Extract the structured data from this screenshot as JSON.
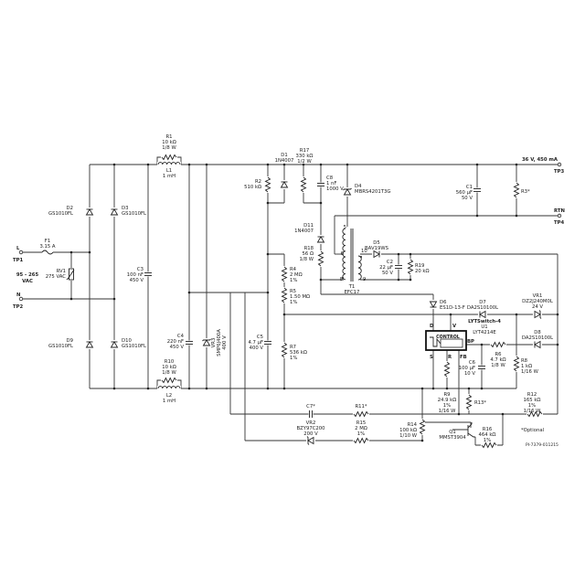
{
  "io": {
    "l": "L",
    "tp1": "TP1",
    "n": "N",
    "tp2": "TP2",
    "vin1": "95 - 265",
    "vin2": "VAC",
    "vout": "36 V, 450 mA",
    "tp3": "TP3",
    "rtn": "RTN",
    "tp4": "TP4"
  },
  "components": {
    "R1": [
      "R1",
      "10 kΩ",
      "1/8 W"
    ],
    "L1": [
      "L1",
      "1 mH"
    ],
    "D2": [
      "D2",
      "GS1010FL"
    ],
    "D3": [
      "D3",
      "GS1010FL"
    ],
    "F1": [
      "F1",
      "3.15 A"
    ],
    "RV1": [
      "RV1",
      "275 VAC"
    ],
    "C3": [
      "C3",
      "100 nF",
      "450 V"
    ],
    "D9": [
      "D9",
      "GS1010FL"
    ],
    "D10": [
      "D10",
      "GS1010FL"
    ],
    "R10": [
      "R10",
      "10 kΩ",
      "1/8 W"
    ],
    "L2": [
      "L2",
      "1 mH"
    ],
    "C4": [
      "C4",
      "220 nF",
      "450 V"
    ],
    "VR3": [
      "VR3",
      "SMP6J400A",
      "400 V"
    ],
    "C5": [
      "C5",
      "4.7 µF",
      "400 V"
    ],
    "R2": [
      "R2",
      "510 kΩ"
    ],
    "D1": [
      "D1",
      "1N4007"
    ],
    "R17": [
      "R17",
      "330 kΩ",
      "1/2 W"
    ],
    "C8": [
      "C8",
      "1 nF",
      "1000 V"
    ],
    "D4": [
      "D4",
      "MBRS4201T3G"
    ],
    "D11": [
      "D11",
      "1N4007"
    ],
    "R18": [
      "R18",
      "56 Ω",
      "1/8 W"
    ],
    "T1": [
      "T1",
      "EFC17"
    ],
    "D5": [
      "D5",
      "BAV19WS"
    ],
    "C2": [
      "C2",
      "22 µF",
      "50 V"
    ],
    "R19": [
      "R19",
      "20 kΩ"
    ],
    "C1": [
      "C1",
      "560 µF",
      "50 V"
    ],
    "R3": [
      "R3*"
    ],
    "R4": [
      "R4",
      "2 MΩ",
      "1%"
    ],
    "R5": [
      "R5",
      "1.50 MΩ",
      "1%"
    ],
    "R7": [
      "R7",
      "536 kΩ",
      "1%"
    ],
    "D6": [
      "D6",
      "ES1D-13-F"
    ],
    "D7": [
      "D7",
      "DA2S10100L"
    ],
    "VR1": [
      "VR1",
      "DZ2J240M0L",
      "24 V"
    ],
    "U1": [
      "LYTSwitch-4",
      "U1",
      "LYT4214E"
    ],
    "D8": [
      "D8",
      "DA2S10100L"
    ],
    "R6": [
      "R6",
      "4.7 kΩ",
      "1/8 W"
    ],
    "C6": [
      "C6",
      "100 µF",
      "10 V"
    ],
    "R8": [
      "R8",
      "1 kΩ",
      "1/16 W"
    ],
    "R9": [
      "R9",
      "24.9 kΩ",
      "1%",
      "1/16 W"
    ],
    "R13": [
      "R13*"
    ],
    "R12": [
      "R12",
      "165 kΩ",
      "1%",
      "1/16 W"
    ],
    "C7": [
      "C7*"
    ],
    "R11": [
      "R11*"
    ],
    "VR2": [
      "VR2",
      "BZY97C200",
      "200 V"
    ],
    "R15": [
      "R15",
      "2 MΩ",
      "1%"
    ],
    "R14": [
      "R14",
      "100 kΩ",
      "1/10 W"
    ],
    "Q1": [
      "Q1",
      "MMST3904"
    ],
    "R16": [
      "R16",
      "464 kΩ",
      "1%"
    ]
  },
  "transformer_pins": [
    "5",
    "6",
    "8",
    "10",
    "9"
  ],
  "u1_pins": {
    "control": "CONTROL",
    "d": "D",
    "v": "V",
    "s": "S",
    "r": "R",
    "fb": "FB",
    "bp": "BP"
  },
  "notes": {
    "optional": "*Optional",
    "drawing_id": "PI-7379-011215"
  }
}
